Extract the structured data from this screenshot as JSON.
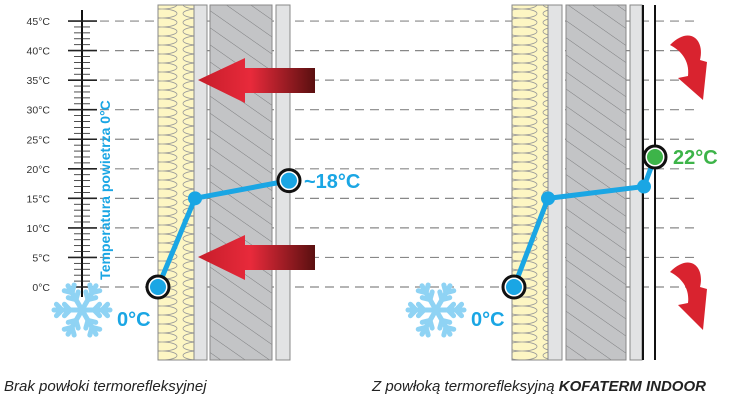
{
  "axis": {
    "ticks": [
      "45°C",
      "40°C",
      "35°C",
      "30°C",
      "25°C",
      "20°C",
      "15°C",
      "10°C",
      "5°C",
      "0°C"
    ],
    "vertical_label": "Temperatura powietrza 0°C"
  },
  "left_panel": {
    "outside_temp": "0°C",
    "inside_temp": "~18°C",
    "caption": "Brak powłoki termorefleksyjnej",
    "temps": [
      0,
      15,
      18
    ]
  },
  "right_panel": {
    "outside_temp": "0°C",
    "inside_temp": "22°C",
    "caption_prefix": "Z powłoką termorefleksyjną ",
    "caption_brand": "KOFATERM INDOOR",
    "temps": [
      0,
      15,
      17,
      22
    ]
  },
  "colors": {
    "line": "#1aa6e4",
    "accent_green": "#3db449",
    "arrow_red": "#e32333",
    "insulation": "#fdf6c3"
  }
}
